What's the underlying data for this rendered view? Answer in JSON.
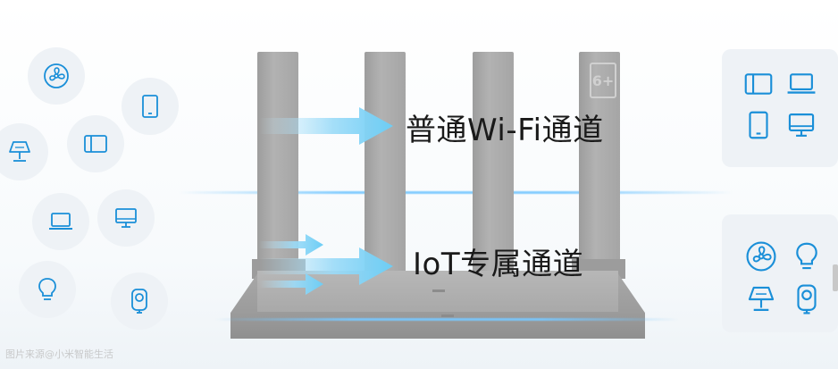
{
  "channels": {
    "normal_label": "普通Wi-Fi通道",
    "iot_label": "IoT专属通道"
  },
  "badge_text": "6+",
  "watermark": "图片来源@小米智能生活",
  "colors": {
    "accent": "#1a8fd8",
    "arrow": "#7fd1f7",
    "router": "#a6a6a6"
  },
  "left_icons": [
    "fan-icon",
    "tablet-icon",
    "lamp-icon",
    "tablet-landscape-icon",
    "laptop-icon",
    "monitor-icon",
    "bulb-icon",
    "camera-icon"
  ],
  "right_top_icons": [
    "tablet-landscape-icon",
    "laptop-icon",
    "tablet-icon",
    "monitor-icon"
  ],
  "right_bottom_icons": [
    "fan-icon",
    "bulb-icon",
    "lamp-icon",
    "camera-icon"
  ]
}
